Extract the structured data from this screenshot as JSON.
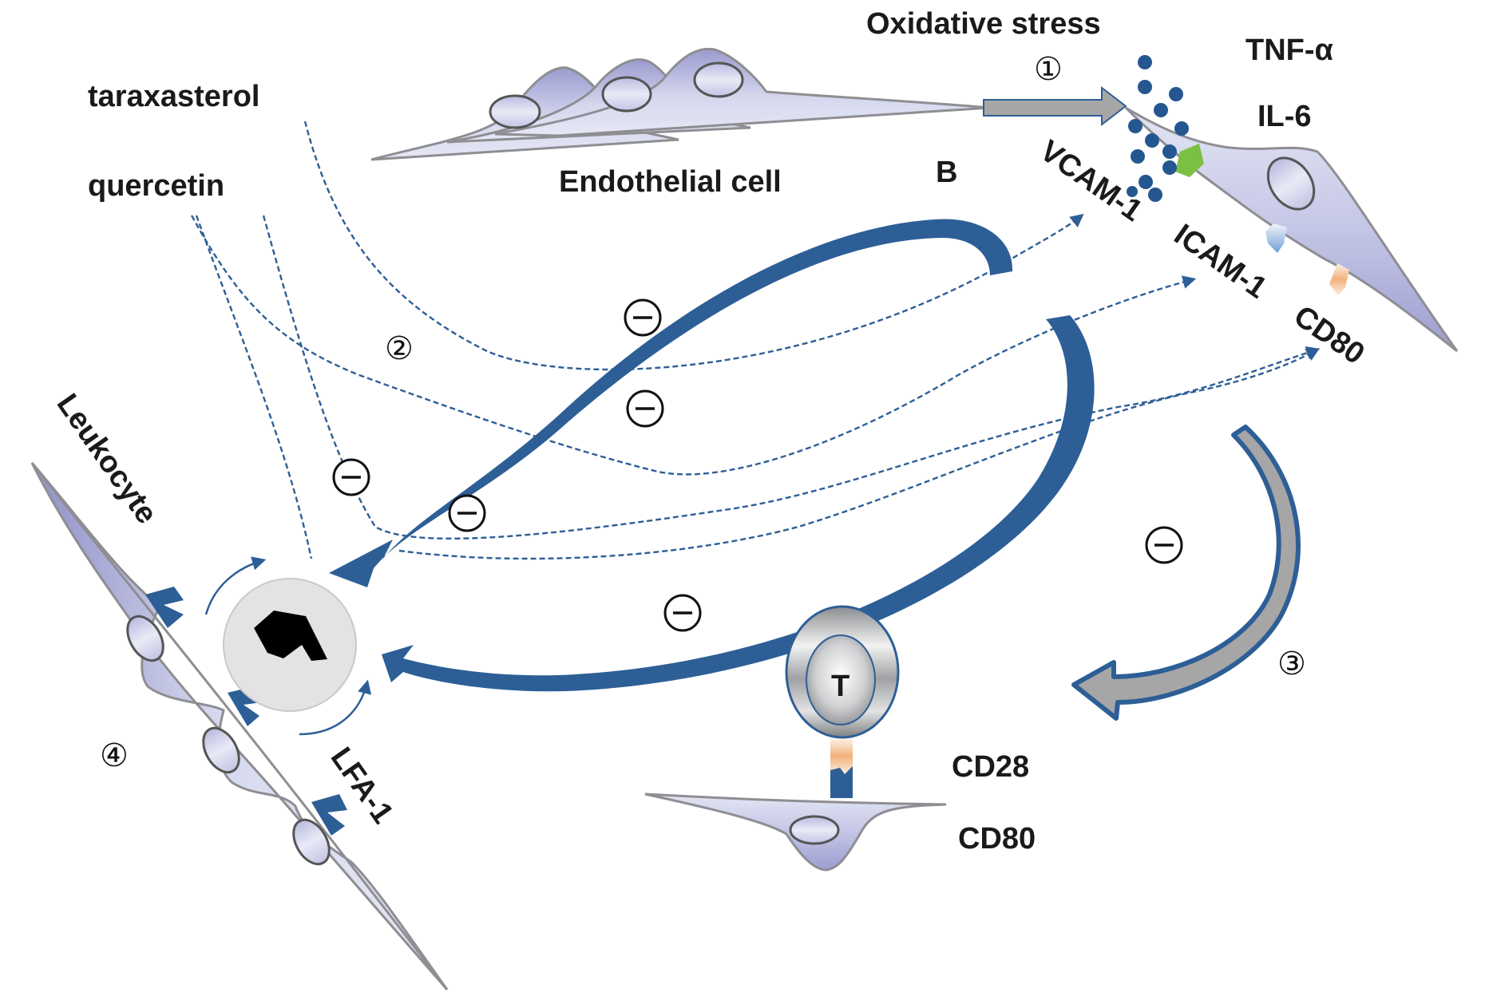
{
  "figure": {
    "panel_label": "B",
    "labels": {
      "oxidative_stress": "Oxidative stress",
      "tnf_alpha": "TNF-α",
      "il6": "IL-6",
      "taraxasterol": "taraxasterol",
      "quercetin": "quercetin",
      "endothelial_cell": "Endothelial cell",
      "vcam1": "VCAM-1",
      "icam1": "ICAM-1",
      "cd80_top": "CD80",
      "leukocyte": "Leukocyte",
      "lfa1": "LFA-1",
      "t_cell": "T",
      "cd28": "CD28",
      "cd80_bottom": "CD80"
    },
    "steps": {
      "step1": "①",
      "step2": "②",
      "step3": "③",
      "step4": "④"
    },
    "inhibition_symbol": "−",
    "colors": {
      "arrow_blue": "#2d5f96",
      "cell_lavender": "#c9cbe8",
      "gray_arrow": "#a6a6a6",
      "green_receptor": "#79c043",
      "dot_blue": "#24578f"
    }
  }
}
